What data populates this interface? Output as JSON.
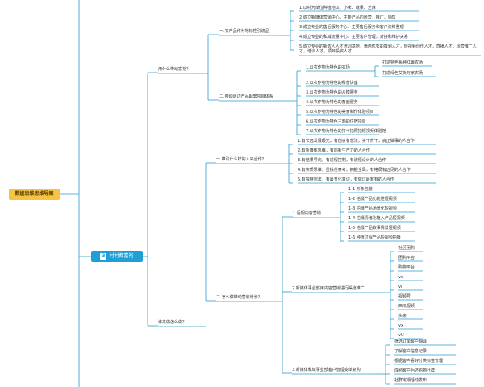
{
  "root": {
    "label": "数据思维思维导图"
  },
  "center": {
    "num": "3",
    "label": "村村都富裕"
  },
  "branch1": {
    "label": "用什么带动富裕？",
    "sub1": {
      "label": "一.农产品作为地标性引流品",
      "items": [
        "1.以村为单位种植地瓜、小米、栽果、芝麻",
        "2.成立新媒体营销中心，主要产品的运营，推广，销售",
        "3.成立专业的售后服务中心，主要售后服务和客户资料整理",
        "4.成立专业的私域流量中心，主要客户管理，对接和维护关系",
        "5.成立专业的新农人人才培训基地，筛选优秀的策划人才，短视频创作人才，直播人才，运营推广人才，培训人才，项目投资人才"
      ]
    },
    "sub2": {
      "label": "二.带动周边产品配套项目体系",
      "item1": "1.以农作物为特色的农场",
      "item1_children": [
        "打造特色系种红薯农场",
        "打造绿色艾灸万家农场"
      ],
      "items": [
        "2.以农作物为特色的科普讲座",
        "3.以农作物为特色的从模服务",
        "4.以农作物为特色的畜面服务",
        "5.以农作物为特色的美食制作体验项目",
        "6.以农作物为特色主题的住宿项目",
        "7.以农作物为特色的打卡拍照拍短视频体验馆"
      ]
    }
  },
  "branch2": {
    "label": "谁来做怎么做？",
    "sub1": {
      "label": "一.唯引什么样的人来合作？",
      "items": [
        "1.有长远发展眼光，有创意有想法，实干肯干，真正做事的人合作",
        "2.有新媒体思维，有向新生产力的人合作",
        "3.有结果导向，有过程控制，有流程设计的人合作",
        "4.有实质思维，重操任意考，拥握全局，有格局有远见的人合作",
        "5.有独特想法，有最丑化真识，有做过最客有的人合作"
      ]
    },
    "sub2": {
      "label": "二.怎么做带动营收增长？",
      "g1": {
        "label": "1.后期内容营销",
        "items": [
          "1-1 形象包装",
          "1-2 拍摄产品功能性短视频",
          "1-3 拍摄产品场景化短视频",
          "1-4 拍摄情绪化植入产品短视频",
          "1-5 拍摄产品故事情景短视频",
          "1-6 种植过程产品短视频拍摄"
        ]
      },
      "g2": {
        "label": "2.新媒体事业部用内容营销进行渠道推广",
        "items": [
          "社区团购",
          "团购平台",
          "购物平台",
          "vc",
          "vl",
          "视频号",
          "西瓜视频",
          "头条",
          "vx",
          "vU"
        ]
      },
      "g3": {
        "label": "3.新媒体私域事业部客户管理变单复购",
        "items": [
          "筛选订单客户翻译",
          "了解客户信息记录",
          "根据客户喜好分类标签管理",
          "成熟客户后还购物社群",
          "社群定期活动发布"
        ]
      }
    }
  }
}
